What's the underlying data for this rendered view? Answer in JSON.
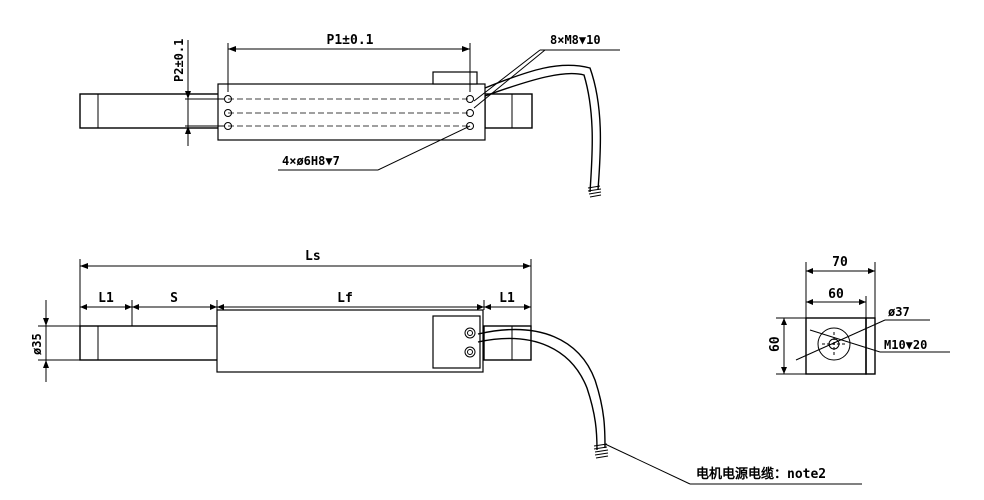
{
  "top_view": {
    "dim_p1": "P1±0.1",
    "dim_p2": "P2±0.1",
    "callout_thread": "8×M8▼10",
    "callout_pin": "4×ø6H8▼7"
  },
  "side_view": {
    "dim_ls": "Ls",
    "dim_l1_left": "L1",
    "dim_s": "S",
    "dim_lf": "Lf",
    "dim_l1_right": "L1",
    "dim_diameter": "ø35",
    "cable_callout": "电机电源电缆：note2"
  },
  "end_view": {
    "dim_width_outer": "70",
    "dim_width_inner": "60",
    "dim_height": "60",
    "dim_bore": "ø37",
    "dim_thread": "M10▼20"
  }
}
